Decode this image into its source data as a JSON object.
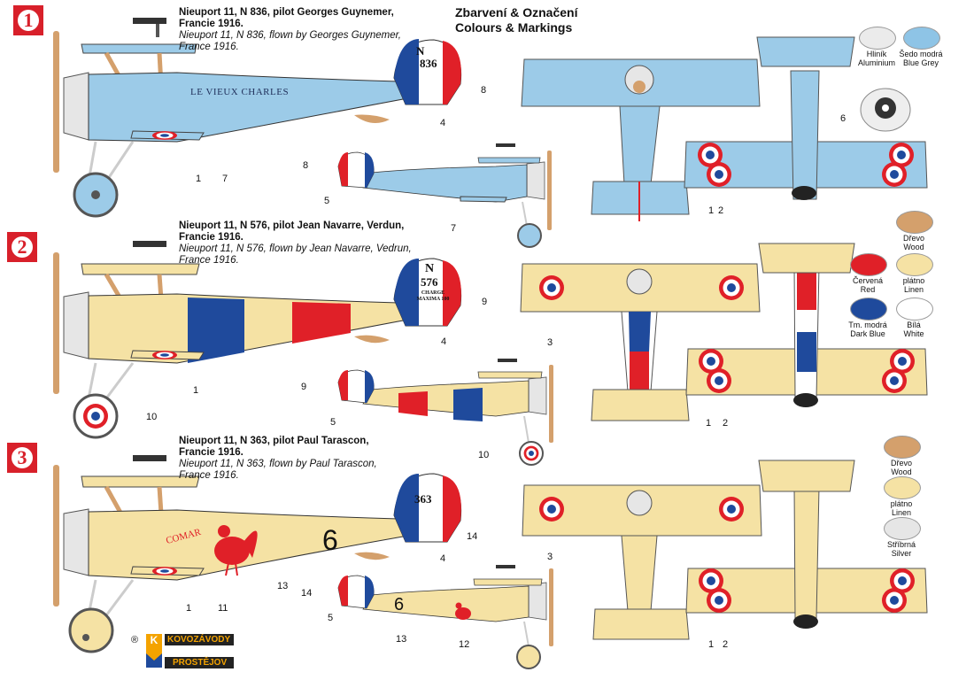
{
  "header": {
    "line1": "Zbarvení & Označení",
    "line2": "Colours & Markings"
  },
  "profiles": [
    {
      "number": "1",
      "title1": "Nieuport 11, N 836, pilot Georges Guynemer,",
      "title2": "Francie 1916.",
      "sub1": "Nieuport 11, N 836, flown by Georges Guynemer,",
      "sub2": "France 1916.",
      "serial": "N",
      "serial2": "836",
      "fuselage_text": "LE VIEUX CHARLES"
    },
    {
      "number": "2",
      "title1": "Nieuport 11, N 576, pilot Jean Navarre, Verdun,",
      "title2": "Francie 1916.",
      "sub1": "Nieuport 11, N 576, flown by Jean Navarre, Vedrun,",
      "sub2": "France 1916.",
      "serial": "N",
      "serial2": "576",
      "rudder_text": "CHARGE MAXIMA 100"
    },
    {
      "number": "3",
      "title1": "Nieuport 11, N 363, pilot Paul Tarascon,",
      "title2": "Francie 1916.",
      "sub1": "Nieuport 11, N 363, flown by Paul Tarascon,",
      "sub2": "France 1916.",
      "serial": "363",
      "fuselage_number": "6",
      "fuselage_text": "COMAR"
    }
  ],
  "callouts": {
    "p1": [
      "1",
      "7",
      "8",
      "4",
      "8",
      "5",
      "7",
      "1",
      "2",
      "6"
    ],
    "p2": [
      "9",
      "4",
      "1",
      "10",
      "9",
      "5",
      "10",
      "3",
      "1",
      "2"
    ],
    "p3": [
      "14",
      "4",
      "13",
      "1",
      "11",
      "14",
      "5",
      "13",
      "12",
      "3",
      "1",
      "2"
    ]
  },
  "swatches": {
    "set1": [
      {
        "cz": "Hliník",
        "en": "Aluminium",
        "color": "#ebebeb"
      },
      {
        "cz": "Šedo modrá",
        "en": "Blue Grey",
        "color": "#8ec4e6"
      }
    ],
    "set2": [
      {
        "cz": "Dřevo",
        "en": "Wood",
        "color": "#d4a06c"
      },
      {
        "cz": "Červená",
        "en": "Red",
        "color": "#e02028"
      },
      {
        "cz": "plátno",
        "en": "Linen",
        "color": "#f5e2a4"
      },
      {
        "cz": "Tm. modrá",
        "en": "Dark Blue",
        "color": "#1f4a9c"
      },
      {
        "cz": "Bílá",
        "en": "White",
        "color": "#ffffff"
      }
    ],
    "set3": [
      {
        "cz": "Dřevo",
        "en": "Wood",
        "color": "#d4a06c"
      },
      {
        "cz": "plátno",
        "en": "Linen",
        "color": "#f5e2a4"
      },
      {
        "cz": "Stříbrná",
        "en": "Silver",
        "color": "#e6e6e6"
      }
    ]
  },
  "logo": {
    "top": "KOVOZÁVODY",
    "bottom": "PROSTĚJOV",
    "mark": "®",
    "letter": "K"
  },
  "colors": {
    "blue_grey": "#9ccbe8",
    "linen": "#f5e2a4",
    "red": "#e02028",
    "dark_blue": "#1f4a9c",
    "wood": "#d4a06c"
  }
}
